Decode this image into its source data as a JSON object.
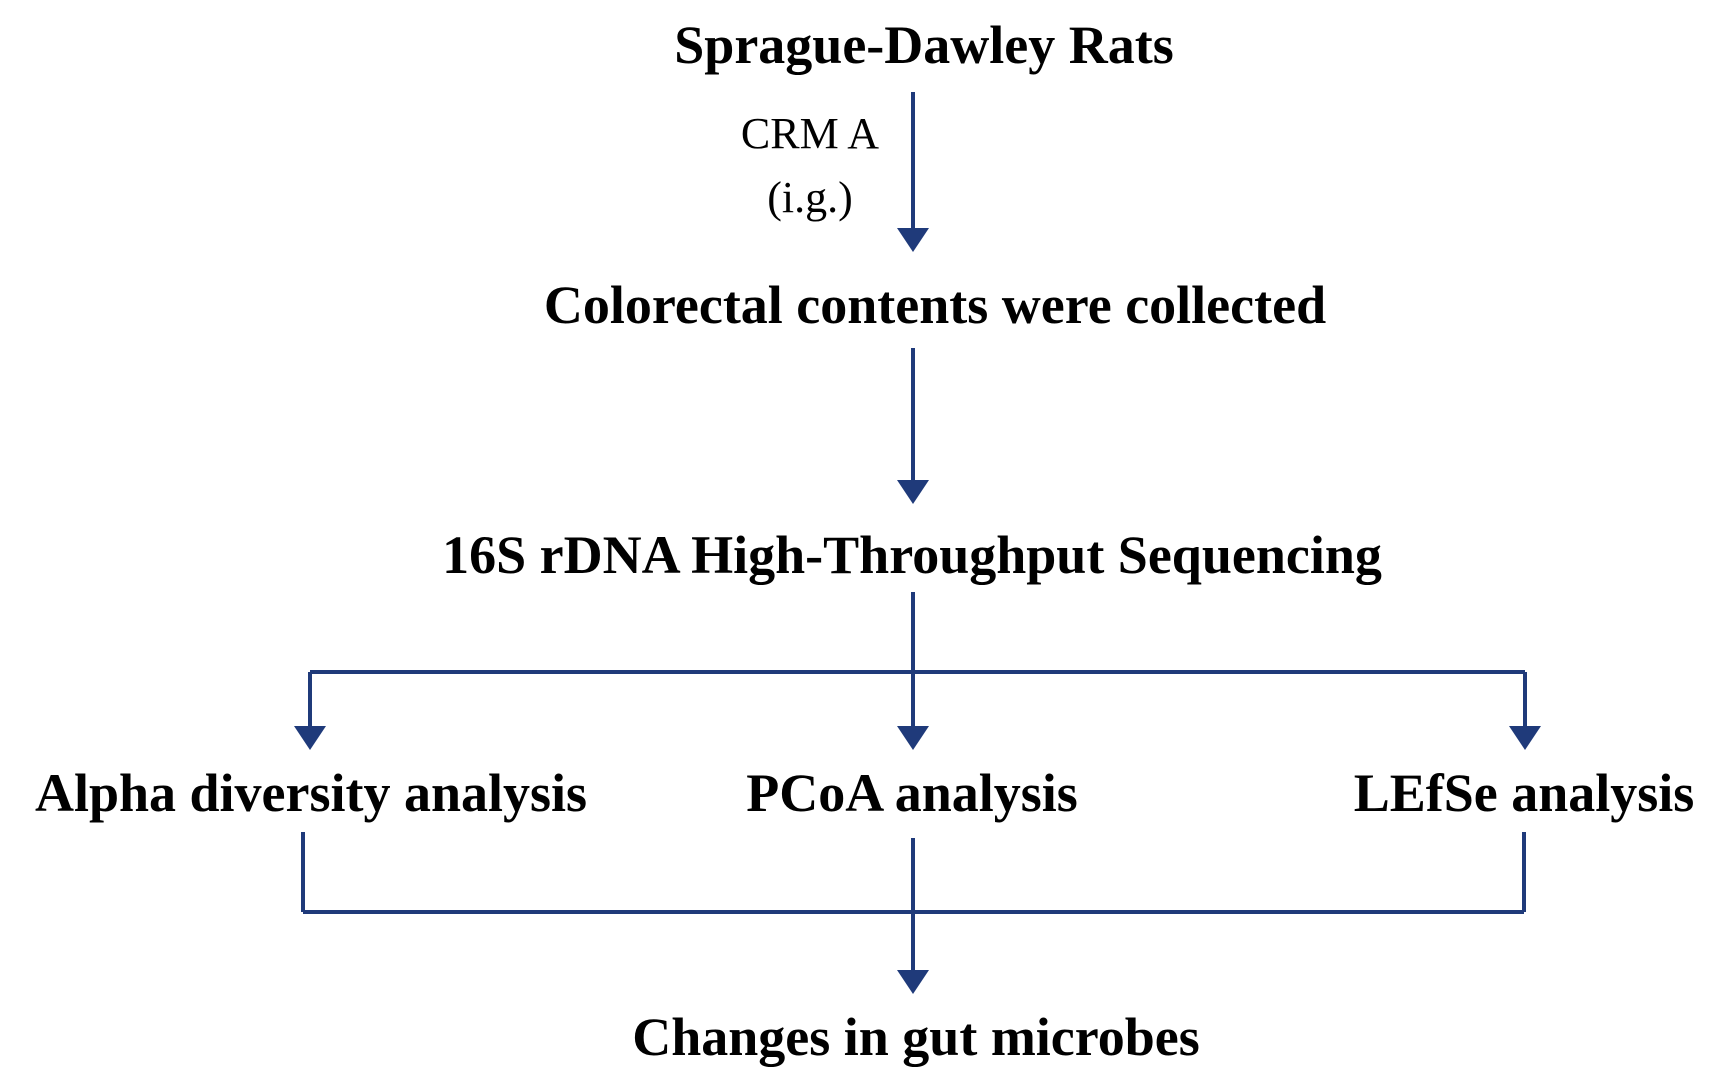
{
  "diagram": {
    "line_color": "#1f3a7a",
    "nodes": {
      "rats": "Sprague-Dawley Rats",
      "colorectal": "Colorectal contents were collected",
      "sequencing": "16S rDNA High-Throughput Sequencing",
      "alpha": "Alpha diversity analysis",
      "pcoa": "PCoA analysis",
      "lefse": "LEfSe analysis",
      "changes": "Changes in gut microbes"
    },
    "edge_labels": {
      "treatment": "CRM A",
      "route": "(i.g.)"
    }
  }
}
